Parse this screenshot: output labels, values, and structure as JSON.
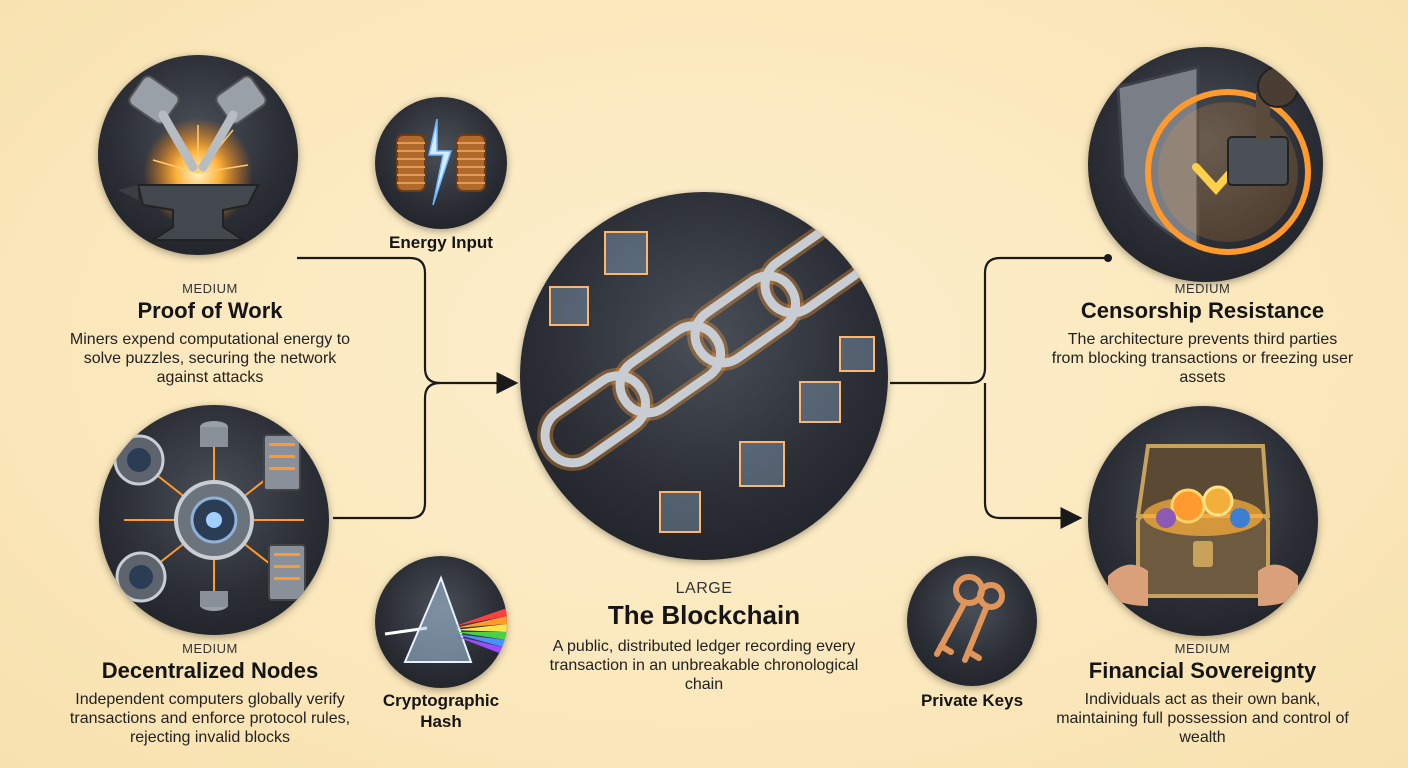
{
  "nodes": {
    "proof_of_work": {
      "size": "MEDIUM",
      "title": "Proof of Work",
      "description": "Miners expend computational energy to solve puzzles, securing the network against attacks"
    },
    "decentralized_nodes": {
      "size": "MEDIUM",
      "title": "Decentralized Nodes",
      "description": "Independent computers globally verify transactions and enforce protocol rules, rejecting invalid blocks"
    },
    "blockchain": {
      "size": "LARGE",
      "title": "The Blockchain",
      "description": "A public, distributed ledger recording every transaction in an unbreakable chronological chain"
    },
    "censorship_resistance": {
      "size": "MEDIUM",
      "title": "Censorship Resistance",
      "description": "The architecture prevents third parties from blocking transactions or freezing user assets"
    },
    "financial_sovereignty": {
      "size": "MEDIUM",
      "title": "Financial Sovereignty",
      "description": "Individuals act as their own bank, maintaining full possession and control of wealth"
    }
  },
  "small_labels": {
    "energy_input": "Energy Input",
    "cryptographic_hash": "Cryptographic Hash",
    "private_keys": "Private Keys"
  },
  "colors": {
    "background": "#fbe8bd",
    "connector": "#1a1a1a",
    "glow": "#ff9a2e"
  }
}
